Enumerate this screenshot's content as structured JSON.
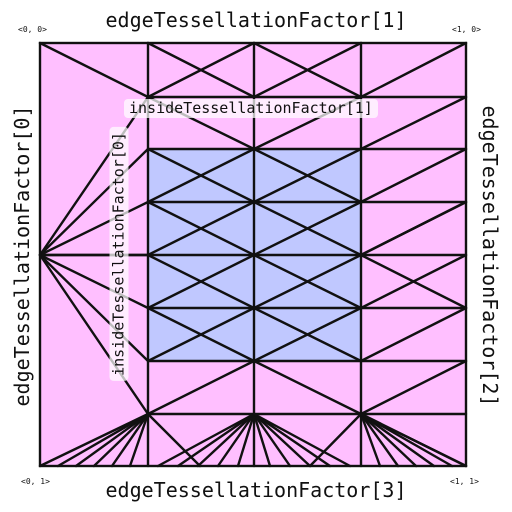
{
  "labels": {
    "edge_top": "edgeTessellationFactor[1]",
    "edge_bottom": "edgeTessellationFactor[3]",
    "edge_left": "edgeTessellationFactor[0]",
    "edge_right": "edgeTessellationFactor[2]",
    "inside_horizontal": "insideTessellationFactor[1]",
    "inside_vertical": "insideTessellationFactor[0]"
  },
  "corners": {
    "top_left": "<0, 0>",
    "top_right": "<1, 0>",
    "bottom_left": "<0, 1>",
    "bottom_right": "<1, 1>"
  },
  "colors": {
    "outer_fill": "#ffbfff",
    "inner_fill": "#c0c8ff",
    "line": "#111111"
  }
}
